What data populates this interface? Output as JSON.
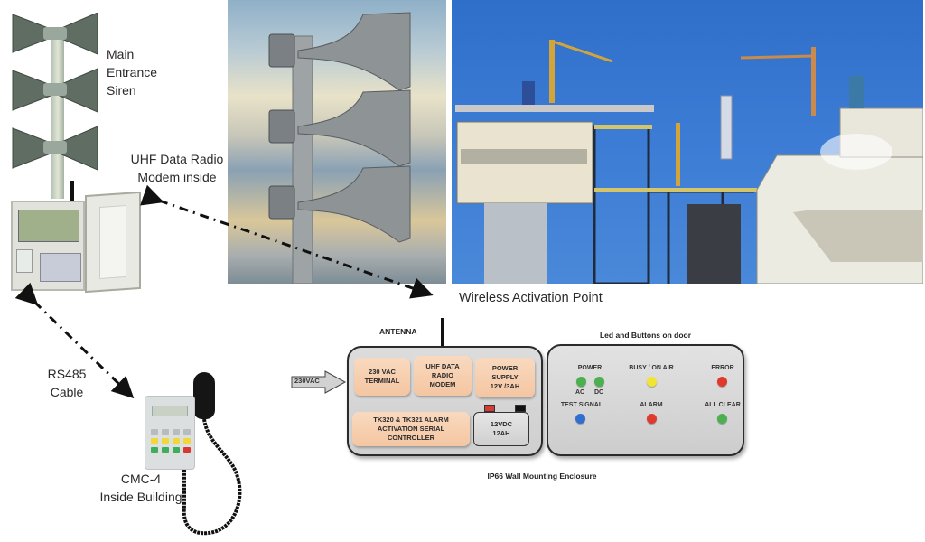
{
  "labels": {
    "main_siren": [
      "Main",
      "Entrance",
      "Siren"
    ],
    "uhf_modem": [
      "UHF Data Radio",
      "Modem inside"
    ],
    "rs485": [
      "RS485",
      "Cable"
    ],
    "cmc4": [
      "CMC-4",
      "Inside Building"
    ],
    "wireless_point": "Wireless Activation Point"
  },
  "diagram": {
    "antenna_label": "ANTENNA",
    "input_arrow_label": "230VAC",
    "enclosure_caption": "IP66 Wall Mounting Enclosure",
    "modules": [
      {
        "id": "terminal",
        "text": "230 VAC\nTERMINAL"
      },
      {
        "id": "modem",
        "text": "UHF DATA\nRADIO\nMODEM"
      },
      {
        "id": "psu",
        "text": "POWER\nSUPPLY\n12V /3AH"
      },
      {
        "id": "controller",
        "text": "TK320 & TK321 ALARM\nACTIVATION SERIAL\nCONTROLLER"
      }
    ],
    "battery": "12VDC\n12AH",
    "door": {
      "title": "Led and Buttons on door",
      "indicators": [
        {
          "label": "POWER",
          "sub": [
            "AC",
            "DC"
          ],
          "colors": [
            "#4cb050",
            "#4cb050"
          ]
        },
        {
          "label": "BUSY / ON AIR",
          "colors": [
            "#f2e532"
          ]
        },
        {
          "label": "ERROR",
          "colors": [
            "#e03a2f"
          ]
        },
        {
          "label": "TEST SIGNAL",
          "colors": [
            "#2f6fcf"
          ]
        },
        {
          "label": "ALARM",
          "colors": [
            "#e03a2f"
          ]
        },
        {
          "label": "ALL CLEAR",
          "colors": [
            "#4cb050"
          ]
        }
      ]
    }
  },
  "colors": {
    "module_fill": "#f6cfae",
    "panel_fill": "#d5d5d5",
    "led_green": "#4cb050",
    "led_yellow": "#f2e532",
    "led_red": "#e03a2f",
    "led_blue": "#2f6fcf"
  }
}
